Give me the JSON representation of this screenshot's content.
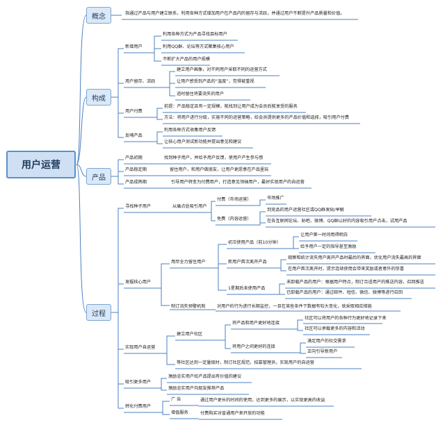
{
  "root": "用户运营",
  "sections": {
    "concept": "概念",
    "structure": "构成",
    "product": "产品",
    "process": "过程"
  },
  "concept_text": "指通过产品与用户建立联系，利用各种方式增加用户在产品内的留存与活跃，并通过用户不断提升产品质量和价值。",
  "structure": {
    "new_users": "新增用户",
    "new_users_items": [
      "利用各种方式为产品寻找目标用户",
      "利用QQ群、论坛等方式聚集核心用户",
      "不断扩大产品的用户规模"
    ],
    "retention": "用户留存、活跃",
    "retention_items": [
      "建立用户画像，对不同用户采取不同的运营方式",
      "让用户感受到产品的“温度”，觉得被重视",
      "适时留住将要流失的用户"
    ],
    "paying": "用户付费",
    "paying_items": [
      "前提：产品稳定且有一定规模，能找到让用户成为会员后能享受的服务",
      "方法：将用户进行分级，实施不同的运营策略，给会员提供更多的产品价值和选择，吸引用户付费"
    ],
    "feedback": "反哺产品",
    "feedback_items": [
      "利用各种方式收集用户反馈",
      "让核心用户测试新功能并提出意见和建议"
    ]
  },
  "product": {
    "early": "产品初期",
    "early_text": "找到种子用户，并给予用户反馈，使用户产生参与感",
    "stable": "产品稳定期",
    "stable_text": "留住用户，和用户做朋友，让用户更愿意在产品里玩",
    "mature": "产品成熟期",
    "mature_text": "引导用户转变为付费用户，打造意见领袖用户，最好实现用户的自运营"
  },
  "process": {
    "seed": "寻找种子用户",
    "seed_sub": "从痛点处吸引用户",
    "paid": "付费（市场运营）",
    "paid_item": "市场推广",
    "free": "免费（内容运营）",
    "free_items": [
      "到竞品的用户运营社区或QQ群发贴/举解",
      "在各互联网论坛、贴吧、微博、QQ群以好的内容吸引用户点击，试用产品"
    ],
    "core": "发掘核心用户",
    "retain": "用尽全力留住用户",
    "first_use": "初次使用产品（前10分钟）",
    "first_use_items": [
      "让用户第一时间用得明白",
      "给予用户一定的指导甚至激励"
    ],
    "leave": "新用户首次离开产品",
    "leave_items": [
      "观察和统计流失用户离开产品时最后的界面，优化用户流失最高的界面",
      "在用户首次离开时，提示连续使用会带来奖励或者意外的惊喜"
    ],
    "week": "1星期后未使用产品",
    "week_items": [
      "未卸载产品的用户：根据用户特点，制订合适用户的推送内容，召回推送",
      "已卸载产品的用户：通过邮件、短信、微信、微博等进行召回"
    ],
    "churn": "制订流失预警机制",
    "churn_text": "对用户的行为进行长期监控，一旦在某些条件下数据有较大变化，就采取相应措施",
    "self_ops": "实现用户自运营",
    "community": "建立用户社区",
    "link_product": "将产品和用户更好地连接",
    "link_product_items": [
      "社区可以将用户的各种行为更好地记录下来",
      "社区可以承载更多的内容和活动"
    ],
    "link_users": "将用户之间更好的连接",
    "link_users_items": [
      "满足用户的社交需求",
      "正向引导新用户"
    ],
    "community_rule": "等社区达到一定量级时，制订社区规范，招募管理员，实现用户的自运营",
    "attract": "吸引更多用户",
    "attract_items": [
      "激励忠实用户给产品提出有价值的建议",
      "激励忠实用户向朋友推荐产品"
    ],
    "convert": "转化付费用户",
    "ads": "广  告",
    "ads_text": "通过用户更长的时间的使用，达到更多的展示，以实现更高的收益",
    "vas": "增值服务",
    "vas_text": "付费购买对普通用户来开放的功能"
  }
}
